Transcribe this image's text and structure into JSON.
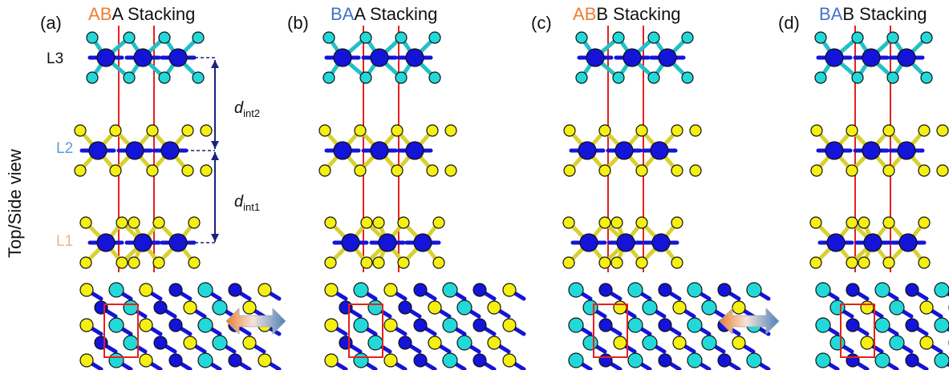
{
  "side_view_label": "Top/Side view",
  "panels": [
    {
      "letter": "(a)",
      "title": {
        "c1": "A",
        "c1_color": "#ed7d31",
        "c2": "B",
        "c2_color": "#ed7d31",
        "c3": "A Stacking"
      }
    },
    {
      "letter": "(b)",
      "title": {
        "c1": "B",
        "c1_color": "#4472c4",
        "c2": "A",
        "c2_color": "#4472c4",
        "c3": "A Stacking"
      }
    },
    {
      "letter": "(c)",
      "title": {
        "c1": "A",
        "c1_color": "#ed7d31",
        "c2": "B",
        "c2_color": "#ed7d31",
        "c3": "B Stacking"
      }
    },
    {
      "letter": "(d)",
      "title": {
        "c1": "B",
        "c1_color": "#4472c4",
        "c2": "A",
        "c2_color": "#4472c4",
        "c3": "B Stacking"
      }
    }
  ],
  "layers": {
    "L3": {
      "text": "L3",
      "color": "#111111"
    },
    "L2": {
      "text": "L2",
      "color": "#5b9bd5"
    },
    "L1": {
      "text": "L1",
      "color": "#f4b183"
    }
  },
  "distances": {
    "d2": {
      "main": "d",
      "sub": "int2"
    },
    "d1": {
      "main": "d",
      "sub": "int1"
    }
  },
  "colors": {
    "metal": "#1414d8",
    "chalcogen_yellow": "#f5ef12",
    "chalcogen_cyan": "#23d8d8",
    "bond_yellow": "#d8d030",
    "bond_cyan": "#22c0c8",
    "red_line": "#e8201a",
    "dim_arrow": "#1a237e",
    "arrow_orange": "#ed7d31",
    "arrow_blue": "#4f81bd"
  }
}
